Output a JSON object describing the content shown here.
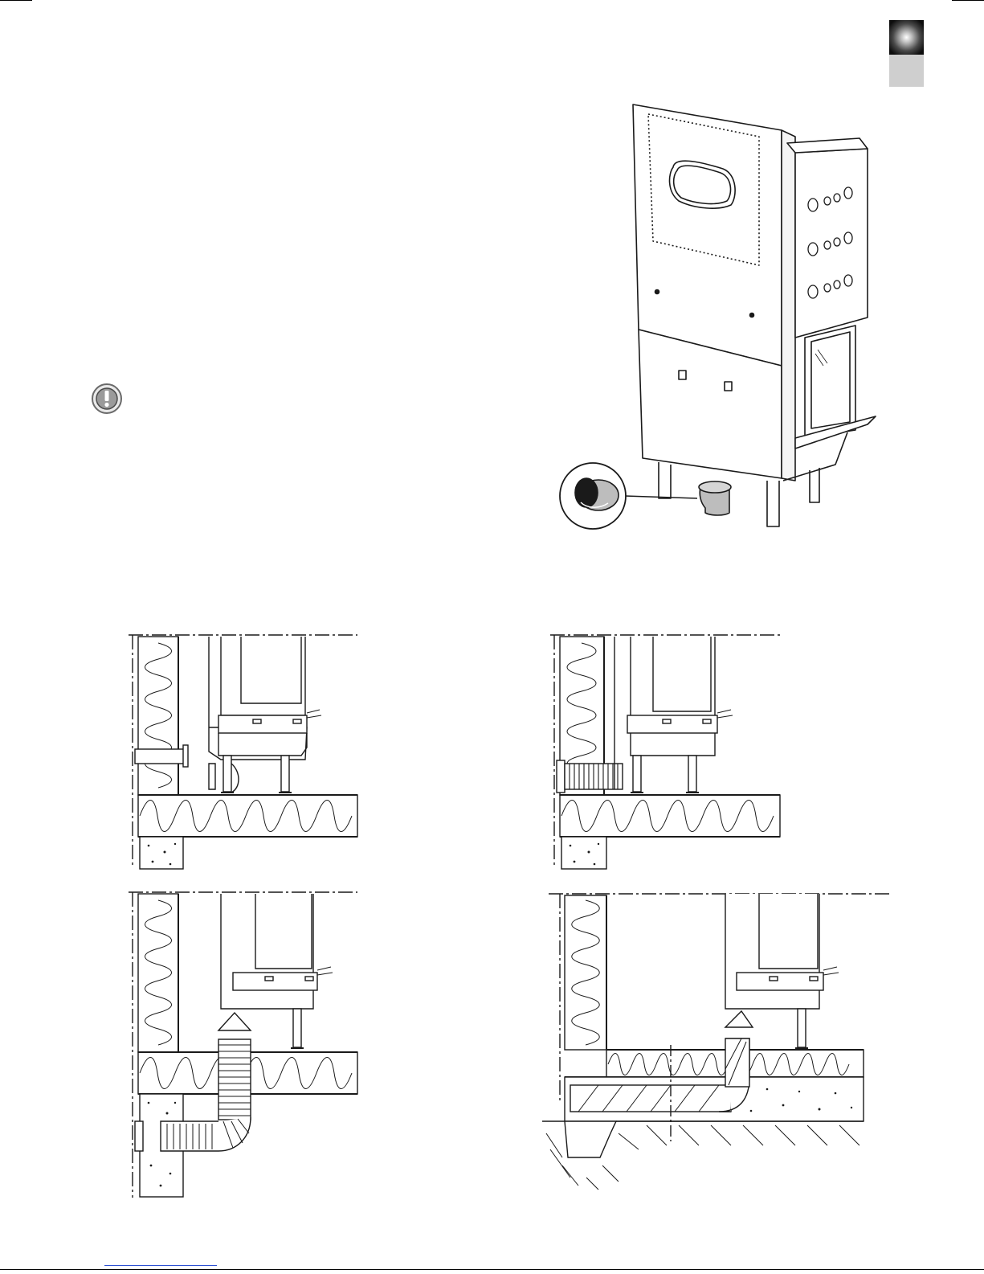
{
  "page": {
    "width": 1225,
    "height": 1585
  },
  "colors": {
    "ink": "#1a1a1a",
    "insulation": "#ffffff",
    "concrete": "#ffffff",
    "tab_dark": "#0d0d0d",
    "tab_light": "#cfcfcf",
    "link": "#2b4fd1"
  },
  "icons": {
    "warning": "exclamation-circle-icon"
  },
  "figures": [
    {
      "name": "stove-perspective",
      "caption": ""
    },
    {
      "name": "section-wall-inlet",
      "caption": ""
    },
    {
      "name": "section-wall-duct",
      "caption": ""
    },
    {
      "name": "section-floor-duct-wall",
      "caption": ""
    },
    {
      "name": "section-floor-duct-ground",
      "caption": ""
    }
  ]
}
